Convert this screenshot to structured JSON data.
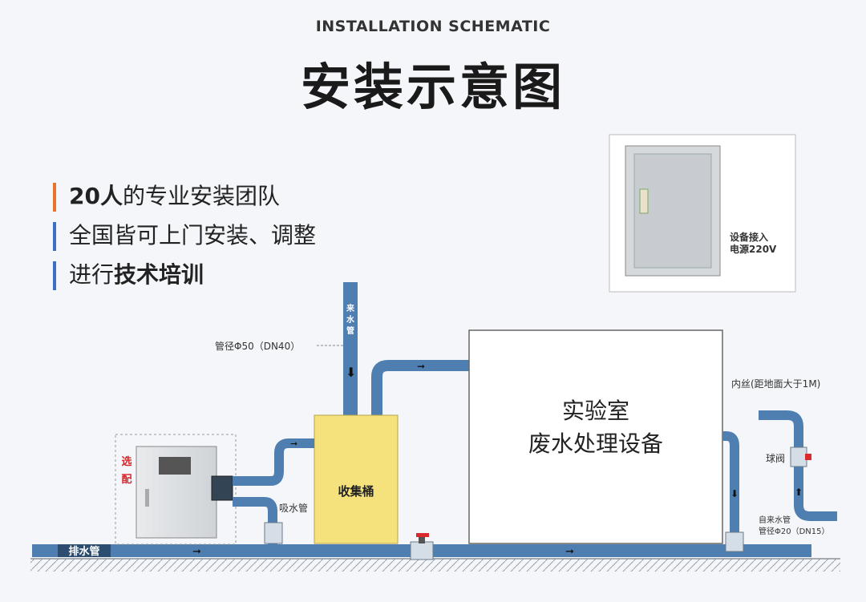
{
  "header": {
    "subtitle": "INSTALLATION SCHEMATIC",
    "title": "安装示意图"
  },
  "features": [
    {
      "plain": "",
      "bold": "20人",
      "rest": "的专业安装团队",
      "bar_color": "#e8742a"
    },
    {
      "plain": "全国皆可上门安装、调整",
      "bold": "",
      "rest": "",
      "bar_color": "#3a6fc4"
    },
    {
      "plain": "进行",
      "bold": "技术培训",
      "rest": "",
      "bar_color": "#3a6fc4"
    }
  ],
  "schematic": {
    "power_box_label_1": "设备接入",
    "power_box_label_2": "电源220V",
    "inlet_pipe_label": [
      "来",
      "水",
      "管"
    ],
    "pipe_size_label": "管径Φ50（DN40）",
    "collection_tank_label": "收集桶",
    "equipment_label_1": "实验室",
    "equipment_label_2": "废水处理设备",
    "optional_label": [
      "选",
      "配"
    ],
    "suction_pipe_label": "吸水管",
    "drain_pipe_label": "排水管",
    "inner_thread_label": "内丝(距地面大于1M)",
    "ball_valve_label": "球阀",
    "tap_water_label_1": "自来水管",
    "tap_water_label_2": "管径Φ20（DN15）"
  },
  "colors": {
    "pipe": "#4f7fb0",
    "tank_fill": "#f6e27d",
    "optional_text": "#d7272b"
  }
}
